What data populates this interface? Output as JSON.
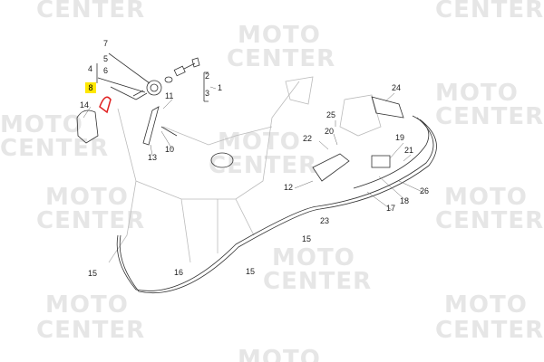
{
  "watermark": {
    "line1": "MOTO",
    "line2": "CENTER"
  },
  "labels": {
    "p1": "1",
    "p2": "2",
    "p3": "3",
    "p4": "4",
    "p5": "5",
    "p6": "6",
    "p7": "7",
    "p8": "8",
    "p10": "10",
    "p11": "11",
    "p12": "12",
    "p13": "13",
    "p14": "14",
    "p15a": "15",
    "p15b": "15",
    "p15c": "15",
    "p16": "16",
    "p17": "17",
    "p18": "18",
    "p19": "19",
    "p20": "20",
    "p21": "21",
    "p22": "22",
    "p23": "23",
    "p24": "24",
    "p25": "25",
    "p26": "26"
  },
  "colors": {
    "highlight": "#ffe800",
    "marker": "#e02020",
    "watermark": "#e6e6e6"
  }
}
